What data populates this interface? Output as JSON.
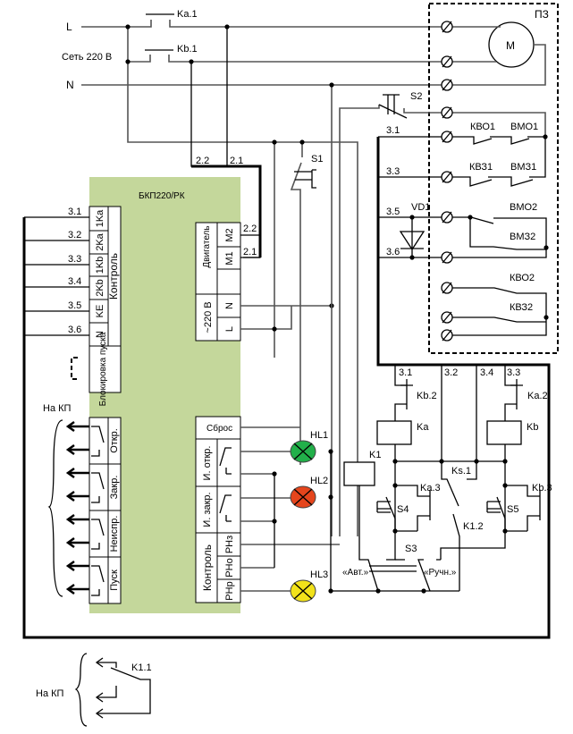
{
  "supply": {
    "line_label": "L",
    "network_label": "Сеть 220 В",
    "neutral_label": "N",
    "contact_ka1": "Ka.1",
    "contact_kb1": "Kb.1",
    "wire_22": "2.2",
    "wire_21": "2.1"
  },
  "actuator": {
    "title": "ПЗ",
    "motor_label": "M",
    "switch_s2": "S2",
    "switches": [
      "КВО1",
      "ВМО1",
      "КВЗ1",
      "ВМЗ1",
      "ВМО2",
      "ВМЗ2",
      "КВО2",
      "КВЗ2"
    ],
    "diode": "VD1",
    "wires": [
      "3.1",
      "3.3",
      "3.5",
      "3.6"
    ]
  },
  "controller": {
    "title": "БКП220/РК",
    "control_inputs": [
      "1Ka",
      "2Ka",
      "1Kb",
      "2Kb",
      "KE",
      "N"
    ],
    "control_group": "Контроль",
    "input_wires": [
      "3.1",
      "3.2",
      "3.3",
      "3.4",
      "3.5",
      "3.6"
    ],
    "start_block": "Блокировка пуска",
    "motor_group": "Двигатель",
    "motor_terms": [
      "M2",
      "M1"
    ],
    "power_group": "~220 В",
    "power_terms": [
      "N",
      "L"
    ],
    "relay_outputs": [
      "Откр.",
      "Закр.",
      "Неиспр.",
      "Пуск"
    ],
    "outputs_dest": "На КП",
    "reset": "Сброс",
    "pulse_open": "И. откр.",
    "pulse_close": "И. закр.",
    "indicator_group": "Контроль",
    "indicator_terms": [
      "РНз",
      "РНо",
      "РНр"
    ]
  },
  "switch_s1": "S1",
  "lamps": [
    {
      "label": "HL1",
      "color": "#22b04a"
    },
    {
      "label": "HL2",
      "color": "#e5451c"
    },
    {
      "label": "HL3",
      "color": "#f2e21a"
    }
  ],
  "relay_circuit": {
    "wires": [
      "3.1",
      "3.2",
      "3.4",
      "3.3"
    ],
    "kb2": "Kb.2",
    "ka2": "Ka.2",
    "coil_ka": "Ka",
    "coil_kb": "Kb",
    "coil_k1": "K1",
    "ks1": "Ks.1",
    "ka3": "Ka.3",
    "kb3": "Kb.3",
    "s4": "S4",
    "s5": "S5",
    "k12": "K1.2",
    "s3": "S3",
    "mode_auto": "«Авт.»",
    "mode_manual": "«Ручн.»"
  },
  "bottom": {
    "contact": "K1.1",
    "dest": "На КП"
  }
}
